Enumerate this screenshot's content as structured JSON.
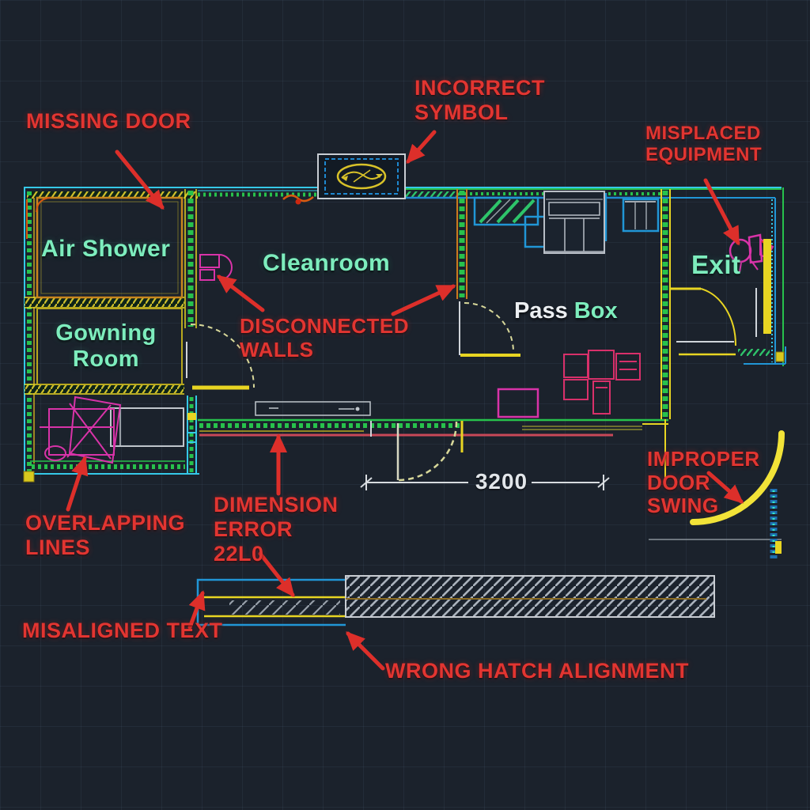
{
  "drawing": {
    "type": "cleanroom-floor-plan-error-review",
    "dimension": {
      "value": "3200"
    }
  },
  "rooms": {
    "air_shower": "Air Shower",
    "cleanroom": "Cleanroom",
    "gowning_room": {
      "line1": "Gowning",
      "line2": "Room"
    },
    "pass_box": {
      "word1": "Pass",
      "word2": "Box"
    },
    "exit": "Exit"
  },
  "annotations": {
    "missing_door": "MISSING DOOR",
    "incorrect_symbol": {
      "line1": "INCORRECT",
      "line2": "SYMBOL"
    },
    "misplaced_equipment": {
      "line1": "MISPLACED",
      "line2": "EQUIPMENT"
    },
    "disconnected_walls": {
      "line1": "DISCONNECTED",
      "line2": "WALLS"
    },
    "overlapping_lines": {
      "line1": "OVERLAPPING",
      "line2": "LINES"
    },
    "dimension_error": {
      "line1": "DIMENSION",
      "line2": "ERROR",
      "line3": "22L0"
    },
    "misaligned_text": "MISALIGNED TEXT",
    "wrong_hatch_alignment": "WRONG HATCH ALIGNMENT",
    "improper_door_swing": {
      "line1": "IMPROPER",
      "line2": "DOOR",
      "line3": "SWING"
    }
  },
  "colors": {
    "background": "#1b222c",
    "annotation_red": "#e23531",
    "room_label_teal": "#7dedbd",
    "wall_green": "#27c24c",
    "wall_cyan": "#35c8e8",
    "wall_yellow": "#e8d522",
    "wall_blue": "#1e88d0",
    "fixture_magenta": "#d833a8",
    "furniture_crimson": "#d8306a",
    "equipment_gray": "#c0c6cc",
    "dimension_white": "#e2e6ea"
  }
}
